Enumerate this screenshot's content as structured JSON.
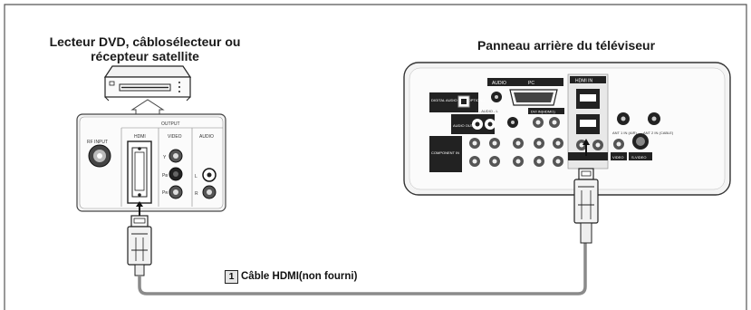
{
  "source": {
    "title_line1": "Lecteur DVD, câblosélecteur ou",
    "title_line2": "récepteur satellite",
    "panel": {
      "output_label": "OUTPUT",
      "rf_input_label": "RF INPUT",
      "hdmi_label": "HDMI",
      "video_label": "VIDEO",
      "audio_label": "AUDIO",
      "y_label": "Y",
      "pb_label": "Pʙ",
      "pr_label": "Pʀ",
      "l_label": "L",
      "r_label": "R"
    }
  },
  "tv": {
    "title": "Panneau arrière du téléviseur",
    "panel": {
      "digital_audio_label": "DIGITAL AUDIO OUT (OPTICAL)",
      "audio_label": "AUDIO",
      "pc_label": "PC",
      "hdmi_in_label": "HDMI IN",
      "audio_out_label": "AUDIO OUT",
      "dvi_in_label": "DVI IN(HDMI1)",
      "audio_lr_label": "R - AUDIO - L",
      "component_in_label": "COMPONENT IN",
      "video_label": "VIDEO",
      "svideo_label": "S-VIDEO",
      "ant_label": "ANT 1 IN (AIR)",
      "ant2_label": "ANT 2 IN (CABLE)"
    }
  },
  "cable": {
    "step_number": "1",
    "label": "Câble HDMI(non fourni)",
    "color": "#8a8a8a"
  },
  "colors": {
    "frame": "#666666",
    "highlight": "#e8e8e8",
    "dark": "#1a1a1a"
  }
}
